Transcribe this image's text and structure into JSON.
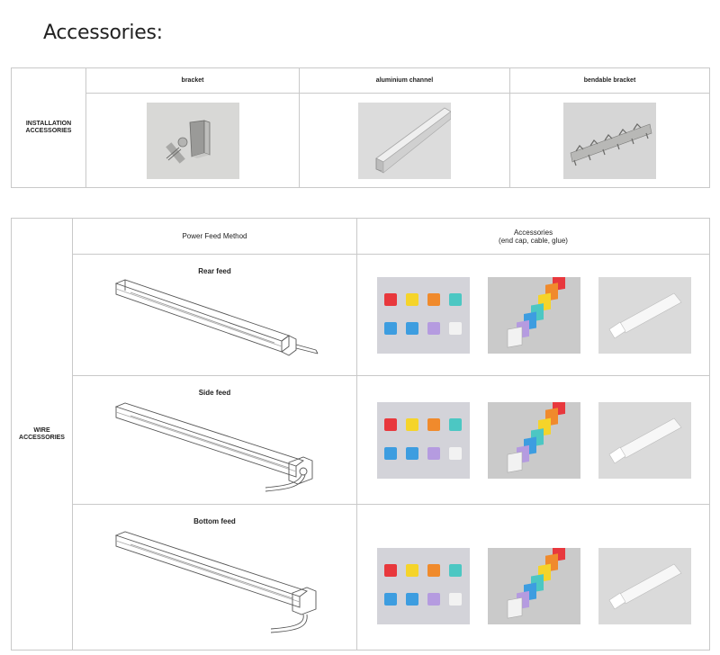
{
  "page_title": "Accessories:",
  "installation": {
    "category": [
      "INSTALLATION",
      "ACCESSORIES"
    ],
    "columns": [
      {
        "label": "bracket",
        "icon": "bracket-screw-photo"
      },
      {
        "label": "aluminium channel",
        "icon": "aluminium-channel-photo"
      },
      {
        "label": "bendable bracket",
        "icon": "bendable-bracket-photo"
      }
    ]
  },
  "wire": {
    "category": [
      "WIRE",
      "ACCESSORIES"
    ],
    "headers": {
      "method": "Power Feed Method",
      "accessories_line1": "Accessories",
      "accessories_line2": "(end cap, cable, glue)"
    },
    "rows": [
      {
        "feed": "Rear feed",
        "icon": "rear-feed-drawing"
      },
      {
        "feed": "Side feed",
        "icon": "side-feed-drawing"
      },
      {
        "feed": "Bottom feed",
        "icon": "bottom-feed-drawing"
      }
    ]
  },
  "colors": {
    "border": "#c9c9c9",
    "cap_red": "#e8383d",
    "cap_yellow": "#f5d42a",
    "cap_orange": "#f08a2c",
    "cap_cyan": "#4cc7c3",
    "cap_blue": "#3d9de0",
    "cap_purple": "#b59be0",
    "cap_white": "#f2f2f2"
  }
}
